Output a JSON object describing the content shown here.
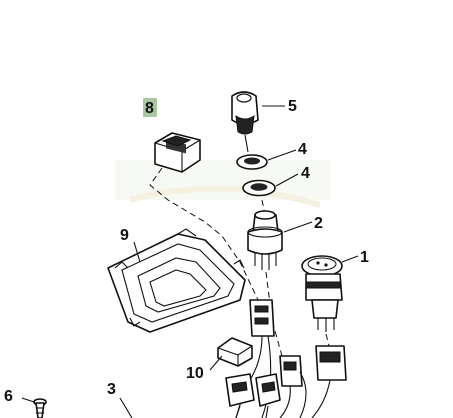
{
  "callouts": {
    "c1": "1",
    "c2": "2",
    "c3": "3",
    "c4a": "4",
    "c4b": "4",
    "c5": "5",
    "c6": "6",
    "c8": "8",
    "c9": "9",
    "c10": "10"
  },
  "highlight_color": "#a8c9a0"
}
